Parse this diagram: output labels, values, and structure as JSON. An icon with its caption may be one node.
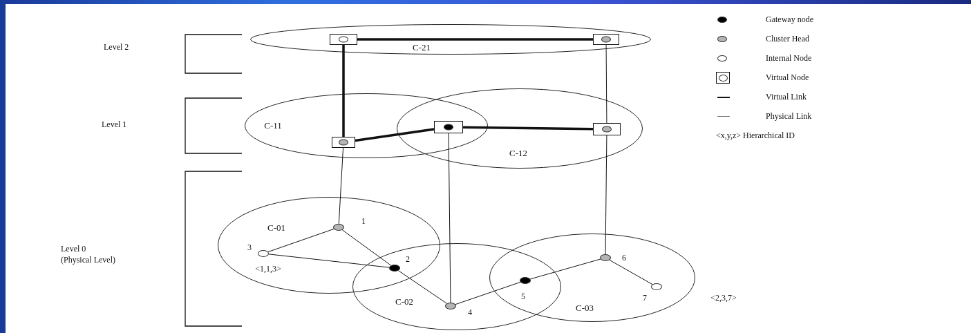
{
  "diagram": {
    "nodes": [
      {
        "text": [
          "C-21"
        ]
      },
      {
        "text": [
          "C-11"
        ]
      },
      {
        "text": [
          "C-12"
        ]
      },
      {
        "text": [
          "C-01"
        ]
      },
      {
        "text": [
          "C-02"
        ]
      },
      {
        "text": [
          "C-03"
        ]
      },
      {
        "text": [],
        "shape": "box",
        "in": 0
      },
      {
        "text": [],
        "shape": "box",
        "in": 0
      },
      {
        "text": [],
        "shape": "box",
        "in": 1
      },
      {
        "text": [],
        "shape": "box"
      },
      {
        "text": [],
        "shape": "box",
        "in": 2
      },
      {
        "text": [],
        "shape": "circle",
        "in": 3
      },
      {
        "text": [],
        "shape": "circle",
        "in": 3
      },
      {
        "text": [],
        "shape": "circle"
      },
      {
        "text": [],
        "shape": "circle",
        "in": 4
      },
      {
        "text": [],
        "shape": "circle"
      },
      {
        "text": [],
        "shape": "circle",
        "in": 5
      },
      {
        "text": [],
        "shape": "circle",
        "in": 5
      }
    ],
    "edges": [
      {
        "from": 6,
        "to": 7,
        "arrow": "none",
        "style": "thick"
      },
      {
        "from": 6,
        "to": 8,
        "arrow": "none",
        "style": "thick"
      },
      {
        "from": 7,
        "to": 10,
        "arrow": "none"
      },
      {
        "from": 8,
        "to": 9,
        "arrow": "none",
        "style": "thick"
      },
      {
        "from": 9,
        "to": 10,
        "arrow": "none",
        "style": "thick"
      },
      {
        "from": 8,
        "to": 11,
        "arrow": "none"
      },
      {
        "from": 9,
        "to": 14,
        "arrow": "none"
      },
      {
        "from": 10,
        "to": 16,
        "arrow": "none"
      },
      {
        "from": 11,
        "to": 12,
        "arrow": "none"
      },
      {
        "from": 11,
        "to": 13,
        "arrow": "none"
      },
      {
        "from": 12,
        "to": 13,
        "arrow": "none"
      },
      {
        "from": 13,
        "to": 14,
        "arrow": "none"
      },
      {
        "from": 14,
        "to": 15,
        "arrow": "none"
      },
      {
        "from": 15,
        "to": 16,
        "arrow": "none"
      },
      {
        "from": 16,
        "to": 17,
        "arrow": "none"
      }
    ],
    "labels": [
      "Level 2",
      "Level 1",
      "1",
      "3",
      "2",
      "6",
      "Level 0 (Physical Level)",
      "<1,1,3>",
      "5",
      "7",
      "<2,3,7>",
      "4"
    ],
    "legend": [
      {
        "text": "Gateway node"
      },
      {
        "text": "Cluster Head"
      },
      {
        "text": "Internal Node"
      },
      {
        "text": "Virtual Node"
      },
      {
        "text": "Virtual Link"
      },
      {
        "text": "Physical Link"
      },
      {
        "text": "<x,y,z> Hierarchical ID"
      }
    ]
  }
}
